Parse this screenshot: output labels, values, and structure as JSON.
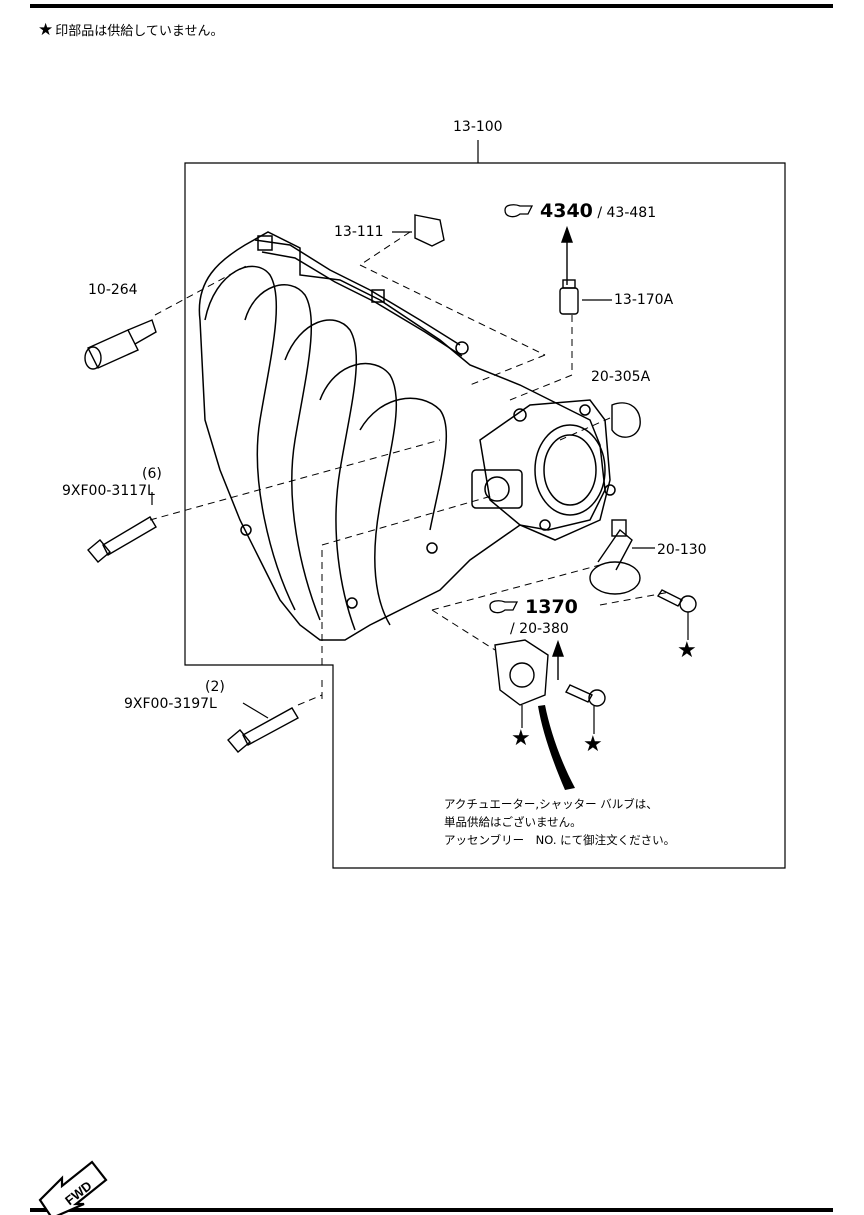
{
  "top_note": {
    "star": "★",
    "text": "印部品は供給していません。"
  },
  "assembly": {
    "label": "13-100"
  },
  "callouts": {
    "p13111": "13-111",
    "p10264": "10-264",
    "ref4340": {
      "main": "4340",
      "sub": "/ 43-481"
    },
    "p13170a": "13-170A",
    "p20305a": "20-305A",
    "bolt3117": {
      "qty": "(6)",
      "part": "9XF00-3117L"
    },
    "p20130": "20-130",
    "ref1370": {
      "main": "1370",
      "sub": "/ 20-380"
    },
    "bolt3197": {
      "qty": "(2)",
      "part": "9XF00-3197L"
    }
  },
  "stars": [
    "★",
    "★",
    "★"
  ],
  "actuator_note": {
    "line1": "アクチュエーター,シャッター バルブは、",
    "line2": "単品供給はございません。",
    "line3": "アッセンブリー　NO. にて御注文ください。"
  },
  "fwd": "FWD"
}
